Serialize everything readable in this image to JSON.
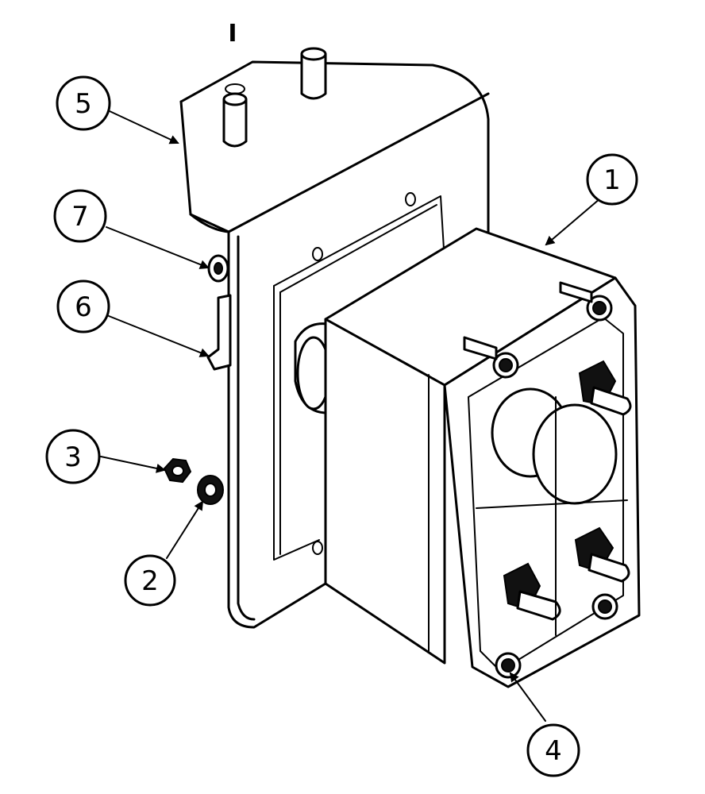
{
  "top_mark": "I",
  "callouts": [
    {
      "id": "1",
      "label": "1"
    },
    {
      "id": "2",
      "label": "2"
    },
    {
      "id": "3",
      "label": "3"
    },
    {
      "id": "4",
      "label": "4"
    },
    {
      "id": "5",
      "label": "5"
    },
    {
      "id": "6",
      "label": "6"
    },
    {
      "id": "7",
      "label": "7"
    }
  ]
}
